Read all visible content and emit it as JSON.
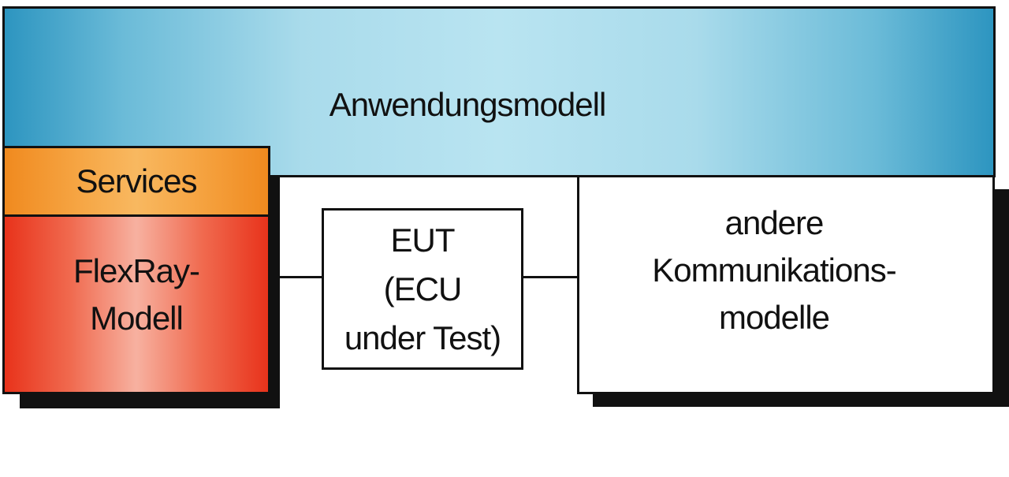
{
  "diagram": {
    "top_box": {
      "label": "Anwendungsmodell"
    },
    "services_box": {
      "label": "Services"
    },
    "flexray_box": {
      "label": "FlexRay-\nModell"
    },
    "eut_box": {
      "label": "EUT\n(ECU\nunder Test)"
    },
    "other_box": {
      "label": "andere\nKommunikations-\nmodelle"
    },
    "colors": {
      "application": "#6bbbd8",
      "services": "#f6a746",
      "flexray": "#e8331b",
      "outline": "#111111"
    }
  }
}
